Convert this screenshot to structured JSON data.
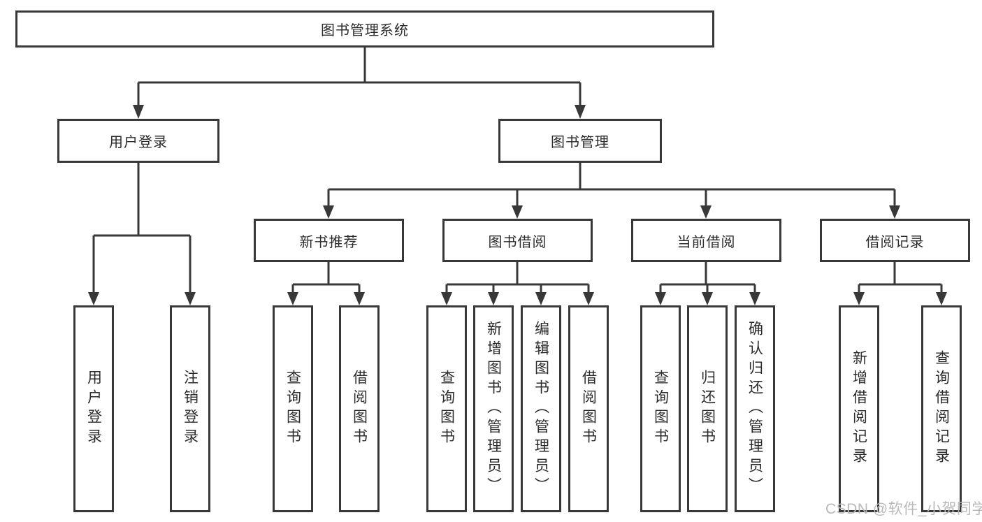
{
  "nodes": {
    "root": {
      "label": "图书管理系统"
    },
    "branches": [
      {
        "label": "用户登录",
        "leaves": [
          {
            "label": "用户登录"
          },
          {
            "label": "注销登录"
          }
        ]
      },
      {
        "label": "图书管理",
        "sections": [
          {
            "label": "新书推荐",
            "leaves": [
              {
                "label": "查询图书"
              },
              {
                "label": "借阅图书"
              }
            ]
          },
          {
            "label": "图书借阅",
            "leaves": [
              {
                "label": "查询图书"
              },
              {
                "label": "新增图书（管理员）"
              },
              {
                "label": "编辑图书（管理员）"
              },
              {
                "label": "借阅图书"
              }
            ]
          },
          {
            "label": "当前借阅",
            "leaves": [
              {
                "label": "查询图书"
              },
              {
                "label": "归还图书"
              },
              {
                "label": "确认归还（管理员）"
              }
            ]
          },
          {
            "label": "借阅记录",
            "leaves": [
              {
                "label": "新增借阅记录"
              },
              {
                "label": "查询借阅记录"
              }
            ]
          }
        ]
      }
    ]
  },
  "watermark": {
    "text": "CSDN @软件_小贺同学"
  },
  "colors": {
    "line": "#383838",
    "box_background": "#ffffff",
    "text": "#2b2b2b",
    "watermark": "#b9b9b9"
  }
}
